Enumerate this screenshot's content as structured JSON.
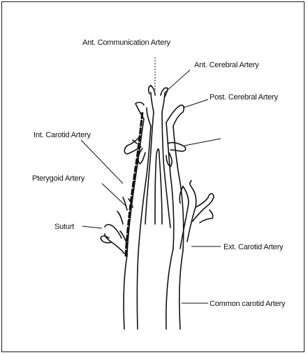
{
  "labels": {
    "ant_communication": "Ant. Communication Artery",
    "ant_cerebral": "Ant. Cerebral Artery",
    "post_cerebral": "Post. Cerebral Artery",
    "int_carotid": "Int. Carotid Artery",
    "pterygoid": "Pterygoid Artery",
    "suturt": "Suturt",
    "ext_carotid": "Ext. Carotid Artery",
    "common_carotid": "Common carotid Artery"
  },
  "colors": {
    "ink": "#111111",
    "background": "#ffffff"
  }
}
